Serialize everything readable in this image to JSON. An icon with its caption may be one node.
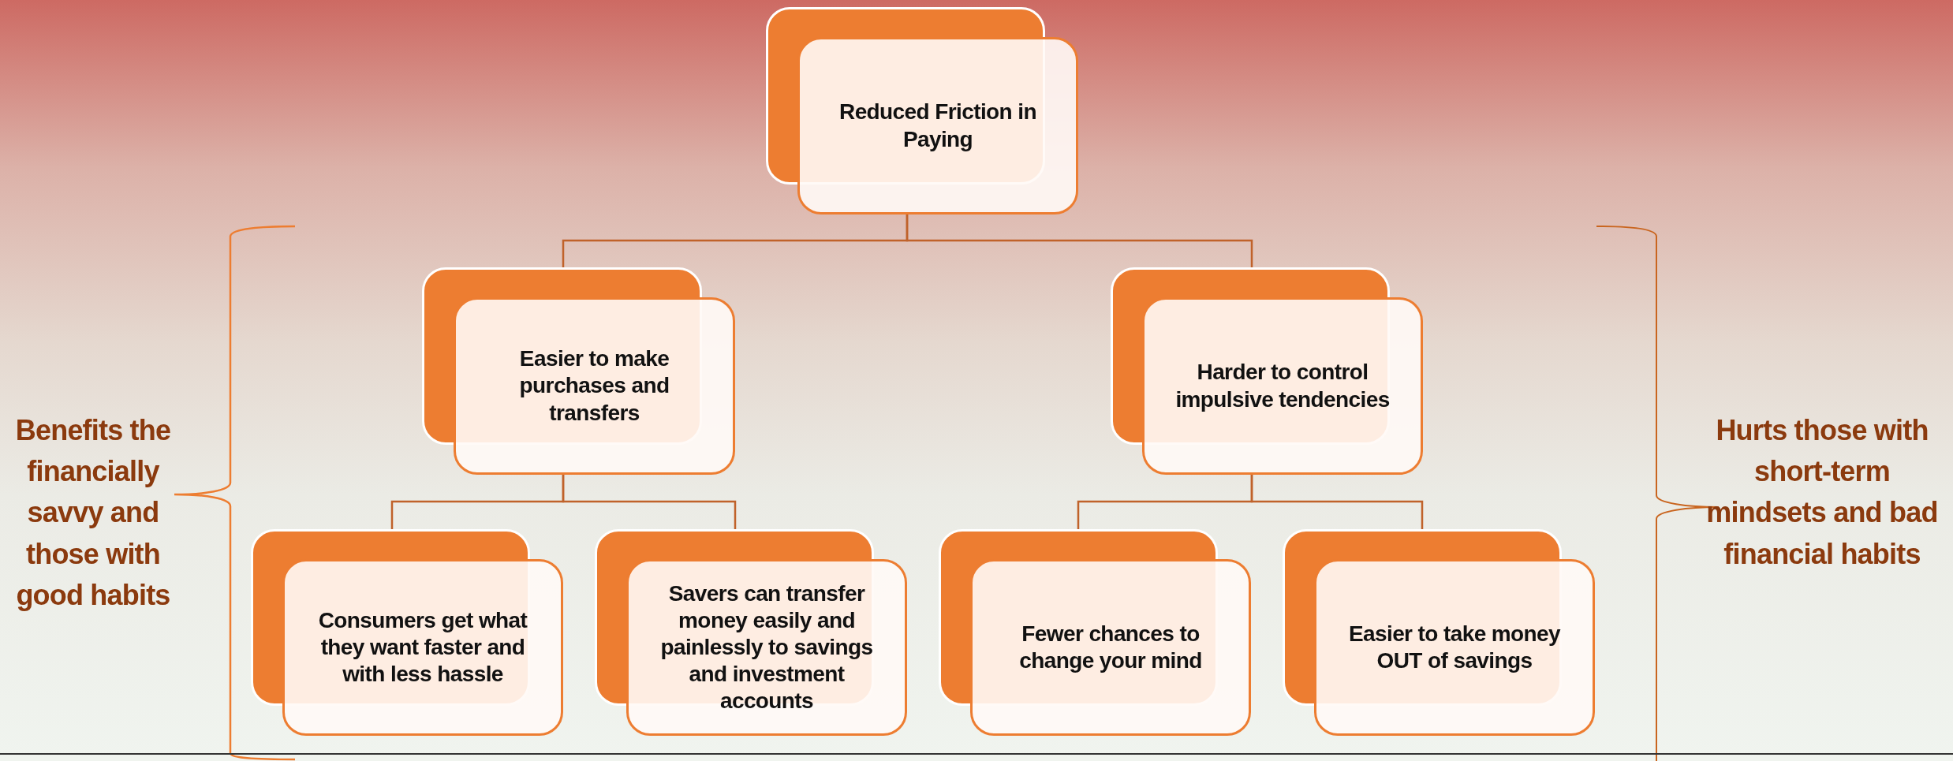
{
  "diagram": {
    "nodes": [
      {
        "text": [
          "Reduced Friction in Paying"
        ]
      },
      {
        "text": [
          "Easier to make purchases and transfers"
        ]
      },
      {
        "text": [
          "Harder to control impulsive tendencies"
        ]
      },
      {
        "text": [
          "Consumers get what they want faster and with less hassle"
        ]
      },
      {
        "text": [
          "Savers can transfer money easily and painlessly to savings and investment accounts"
        ]
      },
      {
        "text": [
          "Fewer chances to change your mind"
        ]
      },
      {
        "text": [
          "Easier to take money OUT of savings"
        ]
      }
    ],
    "edges": [
      {
        "from": 0,
        "to": 1,
        "arrow": "none"
      },
      {
        "from": 0,
        "to": 2,
        "arrow": "none"
      },
      {
        "from": 1,
        "to": 3,
        "arrow": "none"
      },
      {
        "from": 1,
        "to": 4,
        "arrow": "none"
      },
      {
        "from": 2,
        "to": 5,
        "arrow": "none"
      },
      {
        "from": 2,
        "to": 6,
        "arrow": "none"
      }
    ],
    "labels": [
      "Benefits the financially savvy and those with good habits",
      "Hurts those with short-term mindsets and bad financial habits"
    ]
  }
}
